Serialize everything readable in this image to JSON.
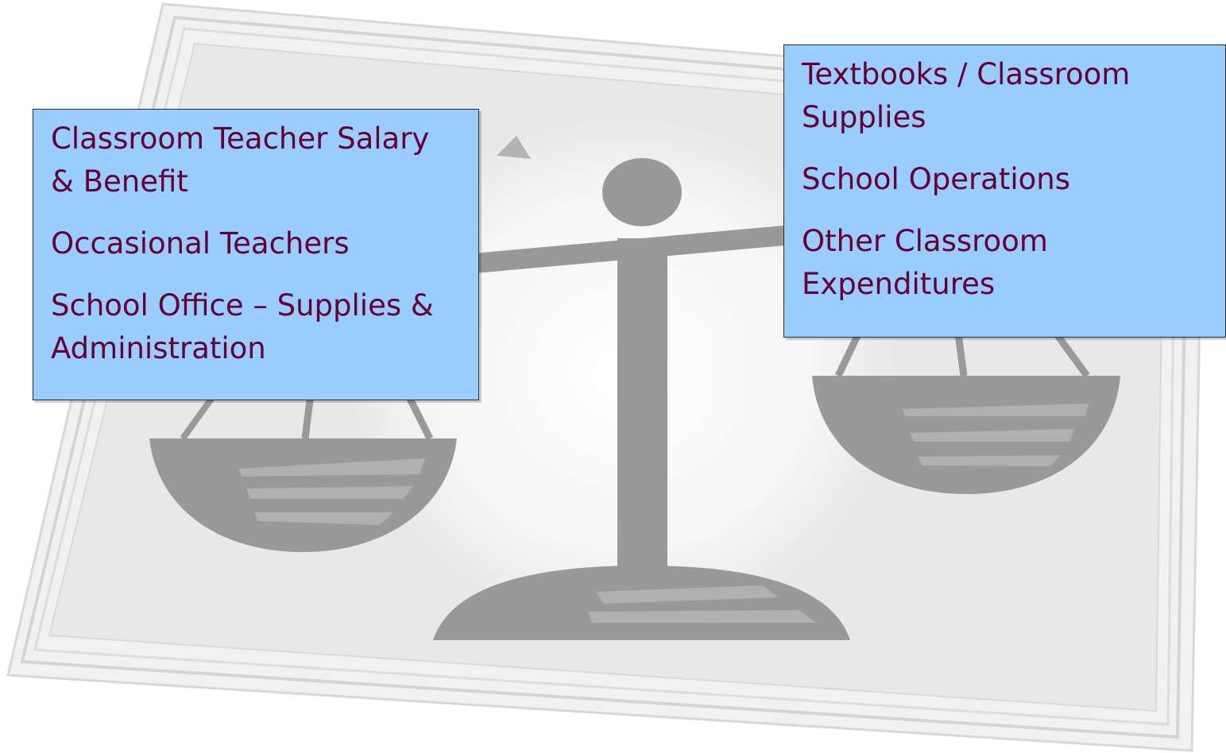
{
  "left_panel": {
    "items": [
      "Classroom Teacher Salary & Benefit",
      "Occasional Teachers",
      "School Office – Supplies & Administration"
    ]
  },
  "right_panel": {
    "items": [
      "Textbooks / Classroom Supplies",
      "School Operations",
      "Other Classroom Expenditures"
    ]
  },
  "colors": {
    "box_fill": "#99ccff",
    "text": "#660033",
    "scale": "#999999",
    "frame": "#e6e6e6"
  },
  "icons": [
    "balance-scale-icon"
  ]
}
